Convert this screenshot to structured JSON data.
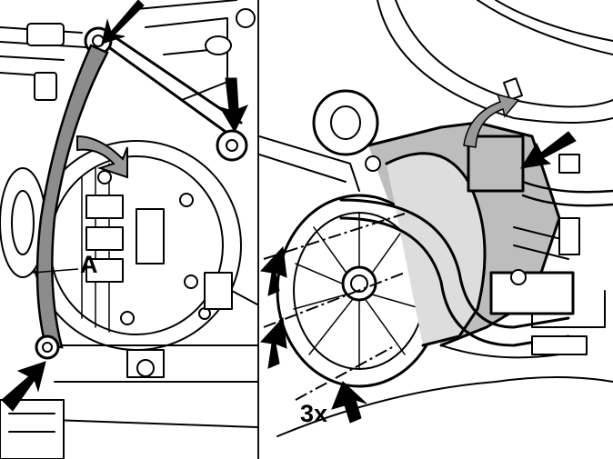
{
  "labels": {
    "part_a": "A",
    "count": "3x"
  },
  "colors": {
    "ink": "#000000",
    "bracket_fill": "#8c8c8c",
    "housing_fill": "#bdbdbd",
    "background": "#ffffff"
  },
  "icons": [
    "arrow-icon",
    "rotation-arrow-icon",
    "dash-dot-axis-line"
  ]
}
